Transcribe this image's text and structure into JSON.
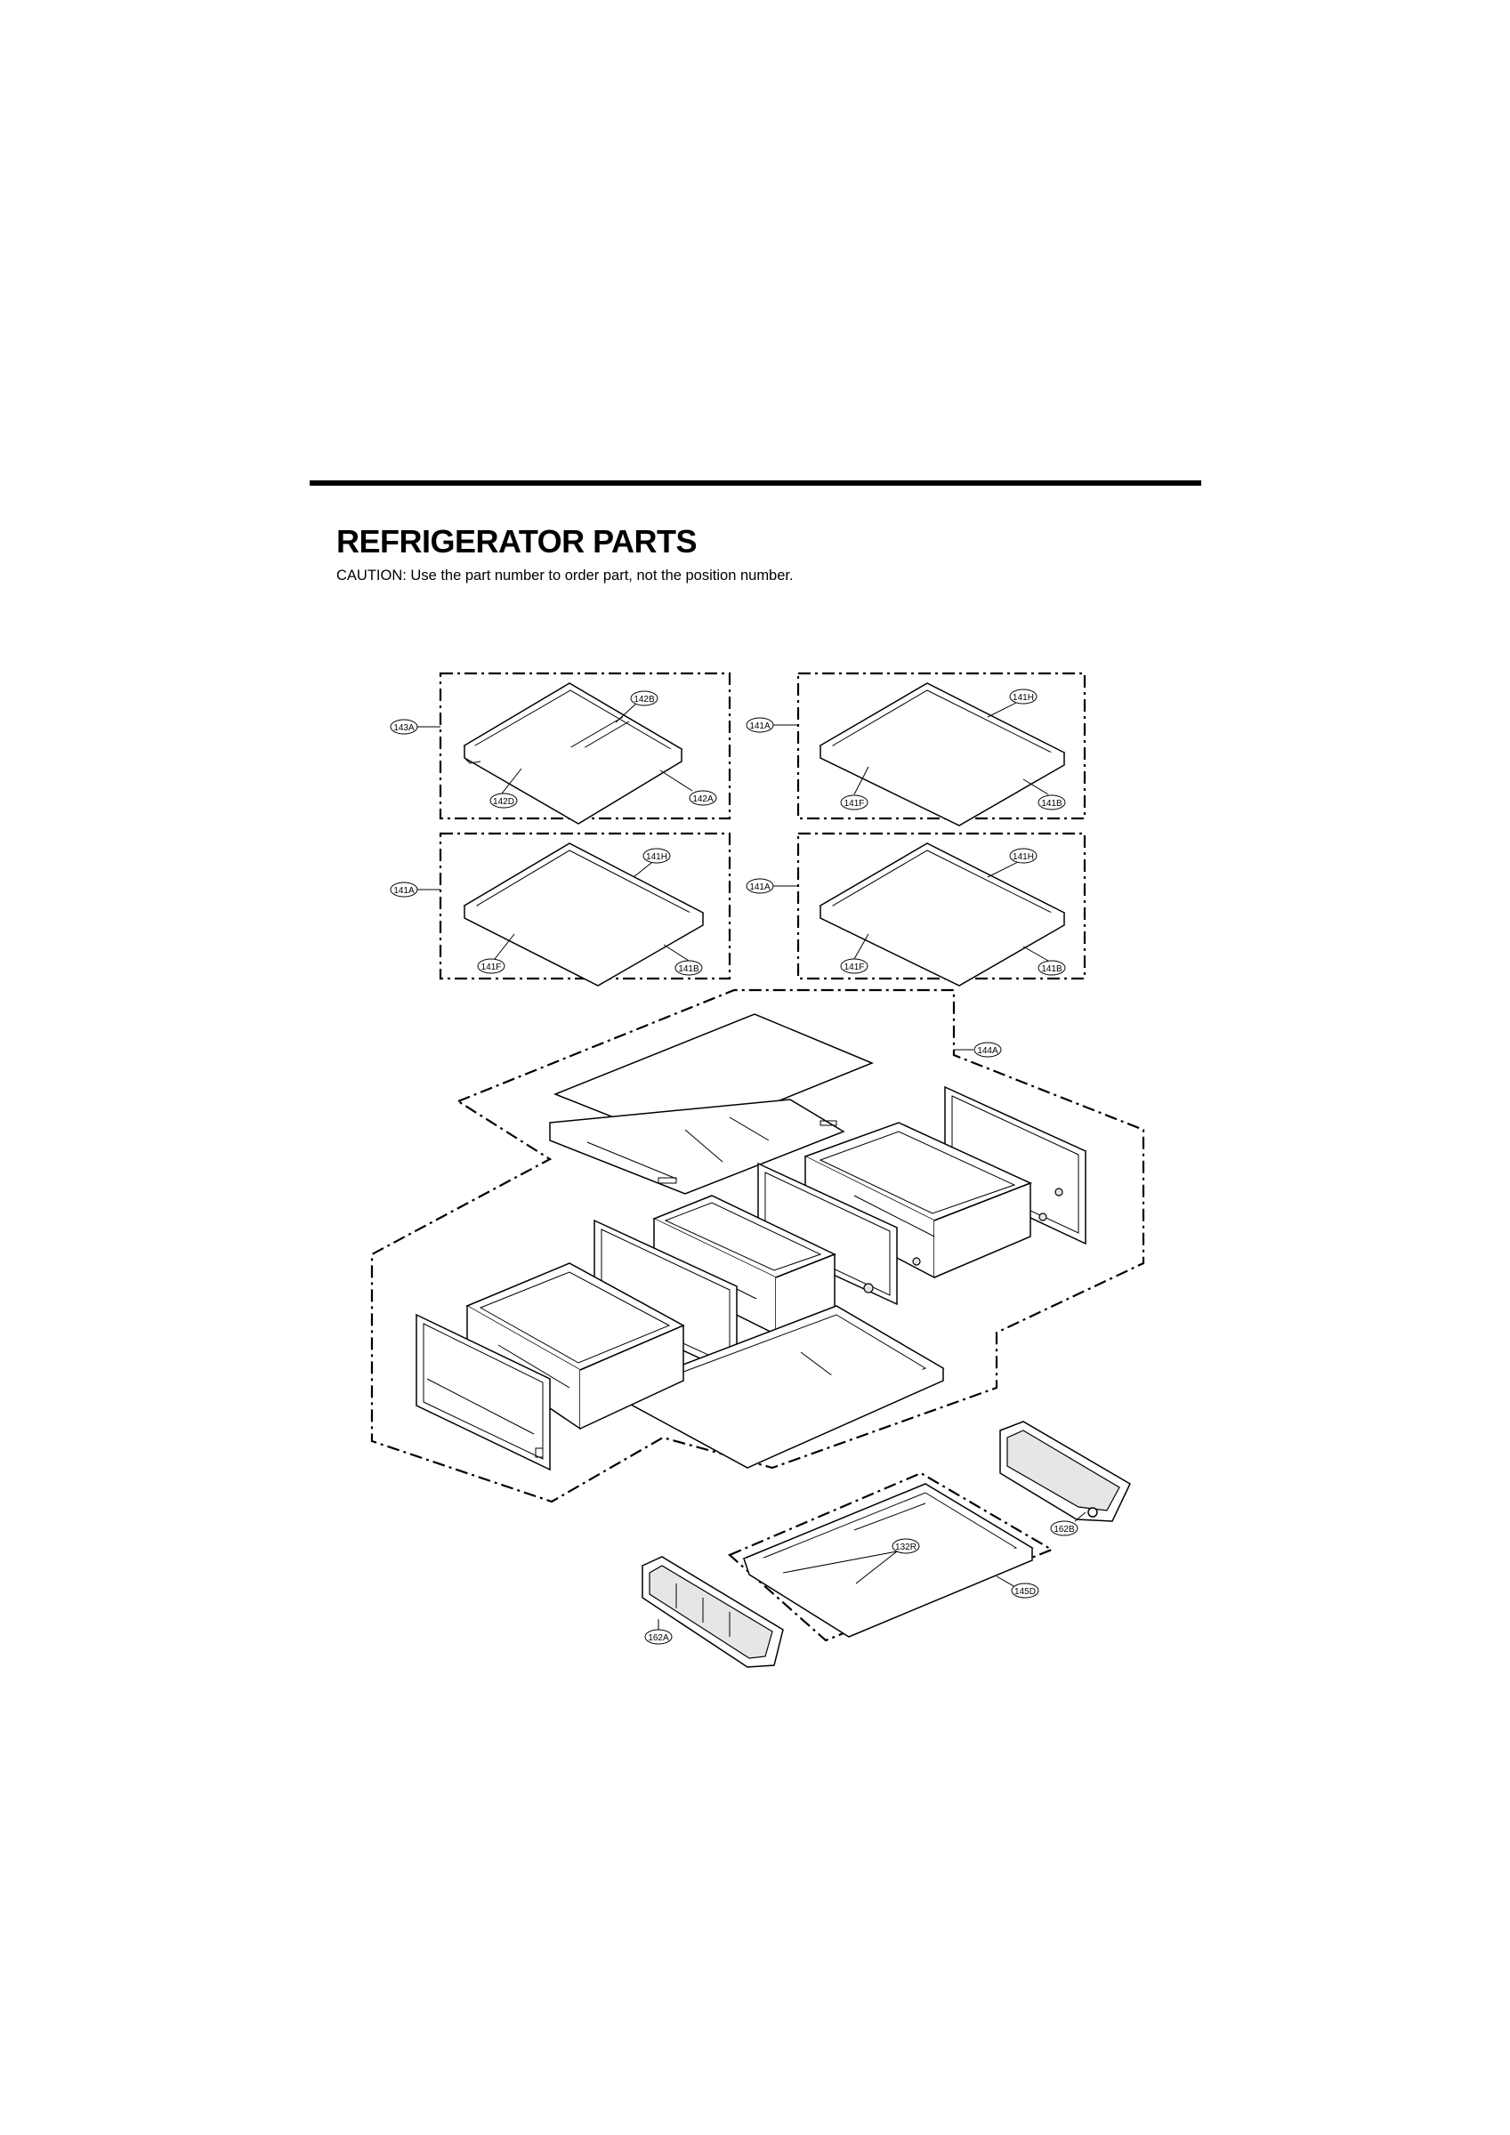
{
  "header": {
    "title": "REFRIGERATOR PARTS",
    "caution": "CAUTION: Use the part number to order part, not the position number."
  },
  "labels": {
    "l143A": "143A",
    "l142B": "142B",
    "l142D": "142D",
    "l142A": "142A",
    "p2_141A": "141A",
    "p2_141H": "141H",
    "p2_141F": "141F",
    "p2_141B": "141B",
    "p3_141A": "141A",
    "p3_141H": "141H",
    "p3_141F": "141F",
    "p3_141B": "141B",
    "p4_141A": "141A",
    "p4_141H": "141H",
    "p4_141F": "141F",
    "p4_141B": "141B",
    "l144A": "144A",
    "l162B": "162B",
    "l132R": "132R",
    "l145D": "145D",
    "l162A": "162A"
  }
}
